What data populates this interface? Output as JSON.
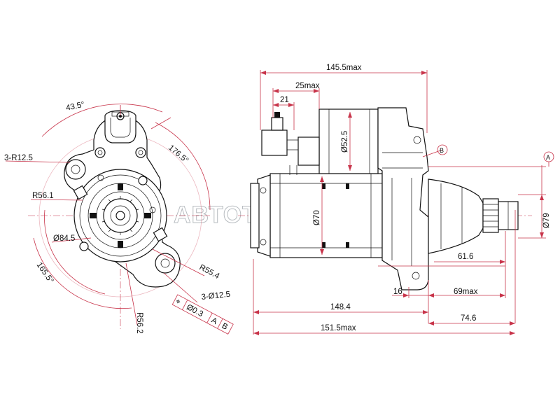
{
  "watermark": "АВТОТРЕЙД",
  "left_view": {
    "dimensions": {
      "angle_top": "43.5°",
      "radius_holes": "3-R12.5",
      "angle_right": "176.5°",
      "r56_1": "R56.1",
      "dia84_5": "Ø84.5",
      "angle_left": "165.5°",
      "r55_4": "R55.4",
      "holes": "3-Ø12.5",
      "r56_2": "R56.2"
    },
    "tolerance_frame": {
      "symbol": "⌖",
      "value": "Ø0.3",
      "datum_a": "A",
      "datum_b": "B"
    }
  },
  "right_view": {
    "dimensions": {
      "overall_top": "145.5max",
      "d25": "25max",
      "d21": "21",
      "dia52_5": "Ø52.5",
      "dia70": "Ø70",
      "dia79": "Ø79",
      "d61_6": "61.6",
      "d16": "16",
      "d69": "69max",
      "d148_4": "148.4",
      "d74_6": "74.6",
      "d151_5": "151.5max"
    },
    "datums": {
      "a": "A",
      "b": "B"
    }
  }
}
